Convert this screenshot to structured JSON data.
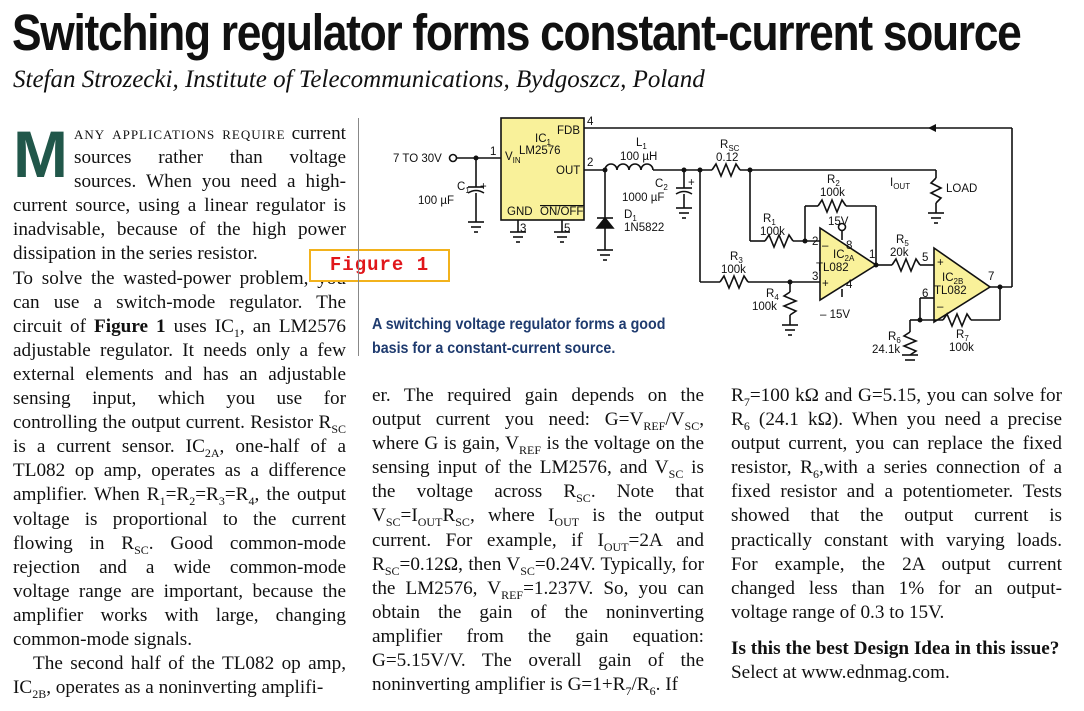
{
  "article": {
    "title": "Switching regulator forms constant-current source",
    "byline": "Stefan Strozecki, Institute of Telecommunications, Bydgoszcz, Poland",
    "figure_tag": "Figure 1",
    "caption_line1": "A switching voltage regulator forms a good",
    "caption_line2": "basis for a constant-current source.",
    "closing_bold": "Is this the best Design Idea in this issue?",
    "closing_rest": " Select at www.ednmag.com."
  },
  "schematic": {
    "input": "7 TO 30V",
    "ic1": "IC",
    "ic1_sub": "1",
    "ic1_part": "LM2576",
    "pin_fdb": "FDB",
    "pin_vin": "V",
    "pin_vin_sub": "IN",
    "pin_out": "OUT",
    "pin_gnd": "GND",
    "pin_onoff": "ON/OFF",
    "c1": "C",
    "c1_sub": "1",
    "c1_val": "100 µF",
    "l1": "L",
    "l1_sub": "1",
    "l1_val": "100 µH",
    "c2": "C",
    "c2_sub": "2",
    "c2_val": "1000 µF",
    "d1": "D",
    "d1_sub": "1",
    "d1_val": "1N5822",
    "rsc": "R",
    "rsc_sub": "SC",
    "rsc_val": "0.12",
    "r1": "R",
    "r1_sub": "1",
    "r1_val": "100k",
    "r2": "R",
    "r2_sub": "2",
    "r2_val": "100k",
    "r3": "R",
    "r3_sub": "3",
    "r3_val": "100k",
    "r4": "R",
    "r4_sub": "4",
    "r4_val": "100k",
    "r5": "R",
    "r5_sub": "5",
    "r5_val": "20k",
    "r6": "R",
    "r6_sub": "6",
    "r6_val": "24.1k",
    "r7": "R",
    "r7_sub": "7",
    "r7_val": "100k",
    "ic2a": "IC",
    "ic2a_sub": "2A",
    "ic2a_part": "TL082",
    "ic2b": "IC",
    "ic2b_sub": "2B",
    "ic2b_part": "TL082",
    "vpos": "15V",
    "vneg": "– 15V",
    "iout": "I",
    "iout_sub": "OUT",
    "load": "LOAD",
    "pin1": "1",
    "pin2": "2",
    "pin3": "3",
    "pin4": "4",
    "pin5": "5",
    "pin6": "6",
    "pin7": "7",
    "pin8": "8",
    "minus": "–",
    "plus": "+"
  }
}
